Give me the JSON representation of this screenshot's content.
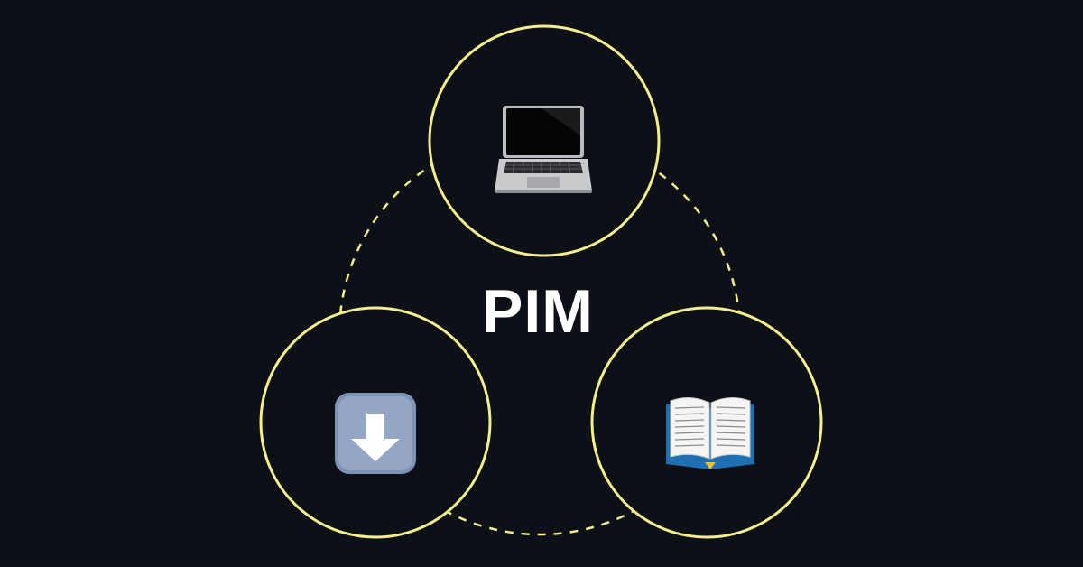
{
  "diagram": {
    "center_label": "PIM",
    "colors": {
      "background": "#0d1117",
      "ring": "#f4ef8c",
      "dashed_connector": "#f4ef8c",
      "text": "#ffffff"
    },
    "nodes": [
      {
        "id": "top",
        "icon": "laptop-icon"
      },
      {
        "id": "left",
        "icon": "down-arrow-icon"
      },
      {
        "id": "right",
        "icon": "open-book-icon"
      }
    ]
  }
}
